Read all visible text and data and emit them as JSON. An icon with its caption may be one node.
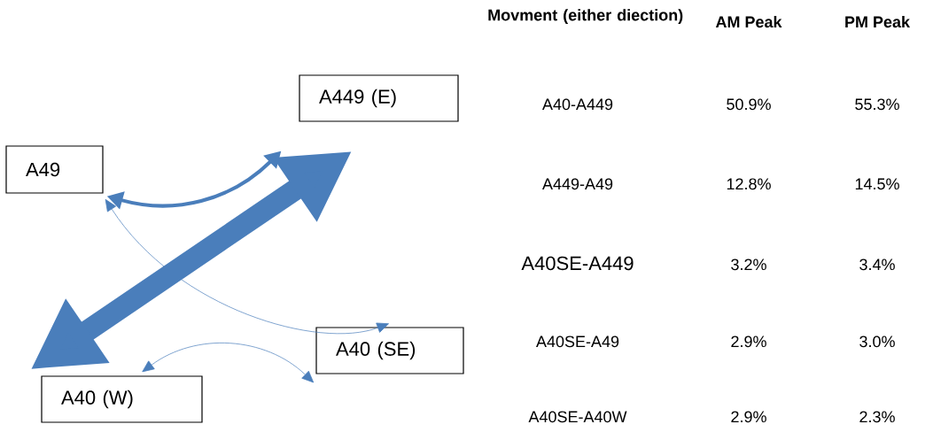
{
  "diagram": {
    "nodes": [
      {
        "text": [
          "A449 (E)"
        ]
      },
      {
        "text": [
          "A49"
        ]
      },
      {
        "text": [
          "A40 (SE)"
        ]
      },
      {
        "text": [
          "A40 (W)"
        ]
      }
    ],
    "edges": [
      {
        "from": 3,
        "to": 0,
        "arrow": "both",
        "style": "thick"
      },
      {
        "from": 1,
        "to": 0,
        "arrow": "both",
        "style": "thick"
      },
      {
        "from": 1,
        "to": 2,
        "arrow": "both"
      },
      {
        "from": 3,
        "to": 2,
        "arrow": "both"
      }
    ],
    "labels": [
      "Movment (either diection)",
      "AM Peak",
      "PM Peak",
      "A40-A449",
      "50.9%",
      "55.3%",
      "A449-A49",
      "12.8%",
      "14.5%",
      "A40SE-A449",
      "3.2%",
      "3.4%",
      "A40SE-A49",
      "2.9%",
      "3.0%",
      "A40SE-A40W",
      "2.9%",
      "2.3%"
    ]
  }
}
